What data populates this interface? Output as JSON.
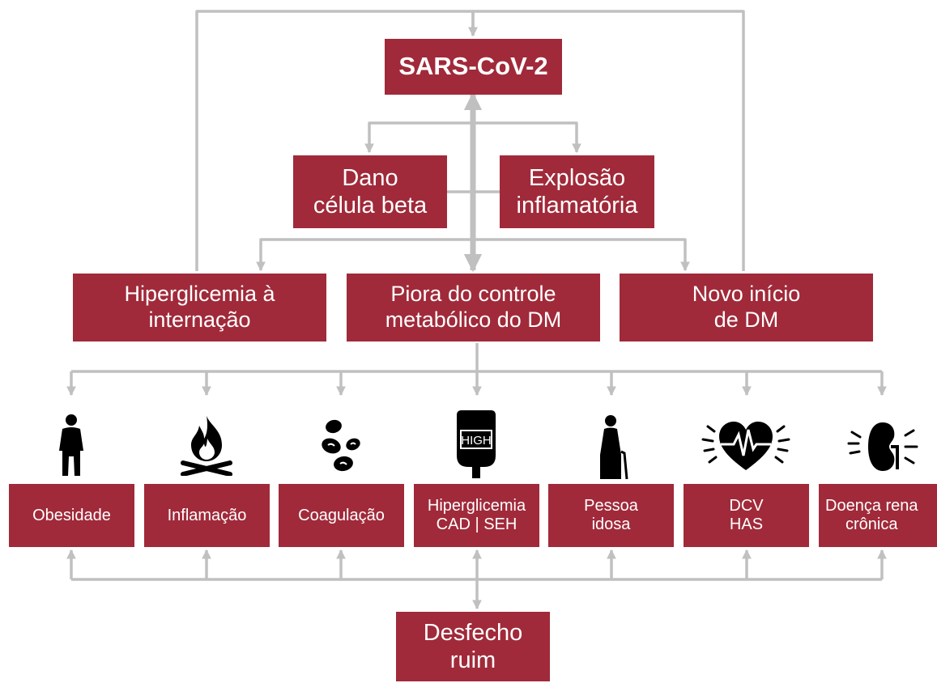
{
  "colors": {
    "box": "#a02a3a",
    "arrow": "#c0c0c0",
    "icon": "#000000"
  },
  "nodes": {
    "sars": "SARS-CoV-2",
    "dano": [
      "Dano",
      "célula beta"
    ],
    "explosao": [
      "Explosão",
      "inflamatória"
    ],
    "hiperglicemia_internacao": [
      "Hiperglicemia à",
      "internação"
    ],
    "piora": [
      "Piora do controle",
      "metabólico do DM"
    ],
    "novo": [
      "Novo início",
      "de DM"
    ],
    "desfecho": [
      "Desfecho",
      "ruim"
    ]
  },
  "causes": [
    {
      "lines": [
        "Obesidade"
      ],
      "icon": "obese-person-icon"
    },
    {
      "lines": [
        "Inflamação"
      ],
      "icon": "campfire-icon"
    },
    {
      "lines": [
        "Coagulação"
      ],
      "icon": "blood-clot-icon"
    },
    {
      "lines": [
        "Hiperglicemia",
        "CAD | SEH"
      ],
      "icon": "glucose-meter-icon",
      "icon_text": "HIGH"
    },
    {
      "lines": [
        "Pessoa",
        "idosa"
      ],
      "icon": "elderly-person-icon"
    },
    {
      "lines": [
        "DCV",
        "HAS"
      ],
      "icon": "heart-ecg-icon"
    },
    {
      "lines": [
        "Doença rena",
        "crônica"
      ],
      "icon": "kidney-icon"
    }
  ]
}
